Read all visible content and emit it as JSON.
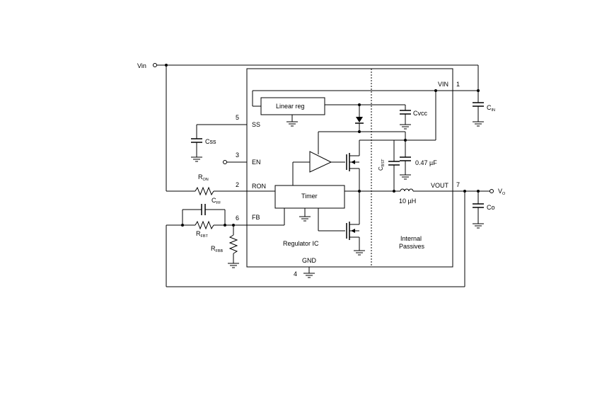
{
  "nets": {
    "vin": "Vin",
    "vo_main": "V",
    "vo_sub": "O"
  },
  "ic": {
    "name": "Regulator IC",
    "passives": [
      "Internal",
      "Passives"
    ],
    "linear_reg": "Linear reg",
    "timer": "Timer"
  },
  "pins": {
    "vin": {
      "name": "VIN",
      "num": "1"
    },
    "ron": {
      "name": "RON",
      "num": "2"
    },
    "en": {
      "name": "EN",
      "num": "3"
    },
    "gnd": {
      "name": "GND",
      "num": "4"
    },
    "ss": {
      "name": "SS",
      "num": "5"
    },
    "fb": {
      "name": "FB",
      "num": "6"
    },
    "vout": {
      "name": "VOUT",
      "num": "7"
    }
  },
  "components": {
    "cin": {
      "main": "C",
      "sub": "IN"
    },
    "co": {
      "main": "Co"
    },
    "css": {
      "main": "Css"
    },
    "cvcc": {
      "main": "Cvcc"
    },
    "cbst": {
      "main": "C",
      "sub": "BST"
    },
    "cbst_value": "0.47 µF",
    "inductor_value": "10 µH",
    "ron": {
      "main": "R",
      "sub": "ON"
    },
    "cff": {
      "main": "C",
      "sub": "FF"
    },
    "rfbt": {
      "main": "R",
      "sub": "FBT"
    },
    "rfbb": {
      "main": "R",
      "sub": "FBB"
    }
  }
}
